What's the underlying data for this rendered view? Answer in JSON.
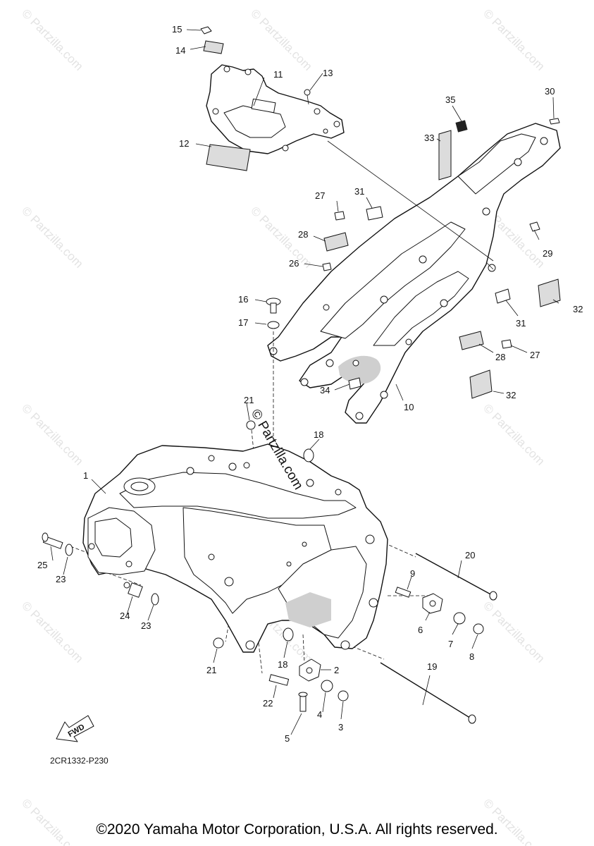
{
  "watermark": {
    "text": "© Partzilla.com",
    "center_text": "© Partzilla.com"
  },
  "diagram_code": "2CR1332-P230",
  "fwd_label": "FWD",
  "copyright": "©2020 Yamaha Motor Corporation, U.S.A. All rights reserved.",
  "callouts": {
    "c1": "1",
    "c2": "2",
    "c3": "3",
    "c4": "4",
    "c5": "5",
    "c6": "6",
    "c7": "7",
    "c8": "8",
    "c9": "9",
    "c10": "10",
    "c11": "11",
    "c12": "12",
    "c13": "13",
    "c14": "14",
    "c15": "15",
    "c16": "16",
    "c17": "17",
    "c18a": "18",
    "c18b": "18",
    "c19": "19",
    "c20": "20",
    "c21a": "21",
    "c21b": "21",
    "c22": "22",
    "c23a": "23",
    "c23b": "23",
    "c24": "24",
    "c25": "25",
    "c26": "26",
    "c27a": "27",
    "c27b": "27",
    "c28a": "28",
    "c28b": "28",
    "c29": "29",
    "c30": "30",
    "c31a": "31",
    "c31b": "31",
    "c32a": "32",
    "c32b": "32",
    "c33": "33",
    "c34": "34",
    "c35": "35"
  }
}
